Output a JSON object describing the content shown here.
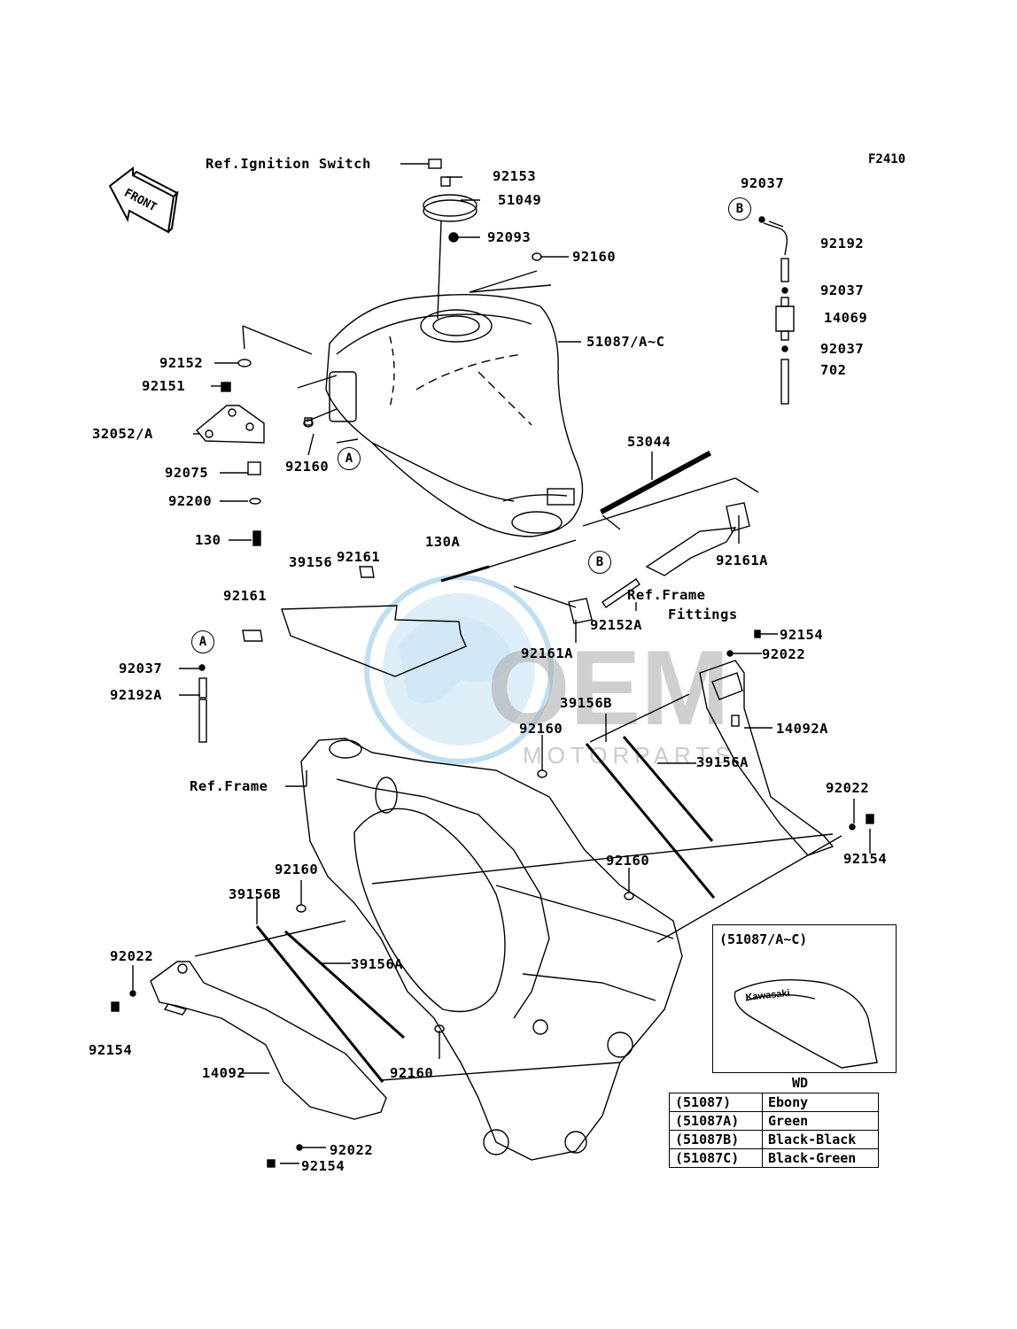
{
  "figure_code": "F2410",
  "front_arrow": "FRONT",
  "labels": {
    "ref_ignition": "Ref.Ignition Switch",
    "p92153": "92153",
    "p51049": "51049",
    "p92093": "92093",
    "p92160_top": "92160",
    "p51087": "51087/A~C",
    "p92152": "92152",
    "p92151": "92151",
    "p32052": "32052/A",
    "p92075": "92075",
    "p92200": "92200",
    "p130": "130",
    "p92160_left": "92160",
    "p92037_b": "92037",
    "p92192": "92192",
    "p92037_2": "92037",
    "p14069": "14069",
    "p92037_3": "92037",
    "p702": "702",
    "p53044": "53044",
    "p92161a_r": "92161A",
    "ref_frame_fittings_1": "Ref.Frame",
    "ref_frame_fittings_2": "Fittings",
    "p92152a": "92152A",
    "p92161a": "92161A",
    "p130a": "130A",
    "p92161_1": "92161",
    "p39156": "39156",
    "p92161_2": "92161",
    "p92037_a": "92037",
    "p92192a": "92192A",
    "p92154_r": "92154",
    "p92022_r": "92022",
    "p14092a": "14092A",
    "p39156b_r": "39156B",
    "p92160_mid": "92160",
    "p39156a_r": "39156A",
    "ref_frame": "Ref.Frame",
    "p92022_r2": "92022",
    "p92154_r2": "92154",
    "p92160_r2": "92160",
    "p92160_l2": "92160",
    "p39156b_l": "39156B",
    "p39156a_l": "39156A",
    "p92022_l": "92022",
    "p92154_l": "92154",
    "p14092": "14092",
    "p92160_b": "92160",
    "p92022_b": "92022",
    "p92154_b": "92154"
  },
  "circle_refs": {
    "a_tank": "A",
    "b_tank": "B",
    "b_hose": "B",
    "a_hose": "A"
  },
  "inset": {
    "title": "(51087/A~C)",
    "brand_text": "Kawasaki"
  },
  "wd_label": "WD",
  "color_table": [
    {
      "code": "(51087)",
      "color": "Ebony"
    },
    {
      "code": "(51087A)",
      "color": "Green"
    },
    {
      "code": "(51087B)",
      "color": "Black-Black"
    },
    {
      "code": "(51087C)",
      "color": "Black-Green"
    }
  ],
  "watermark": {
    "brand": "OEM",
    "sub": "MOTORPARTS",
    "color": "#5aa9d6"
  }
}
